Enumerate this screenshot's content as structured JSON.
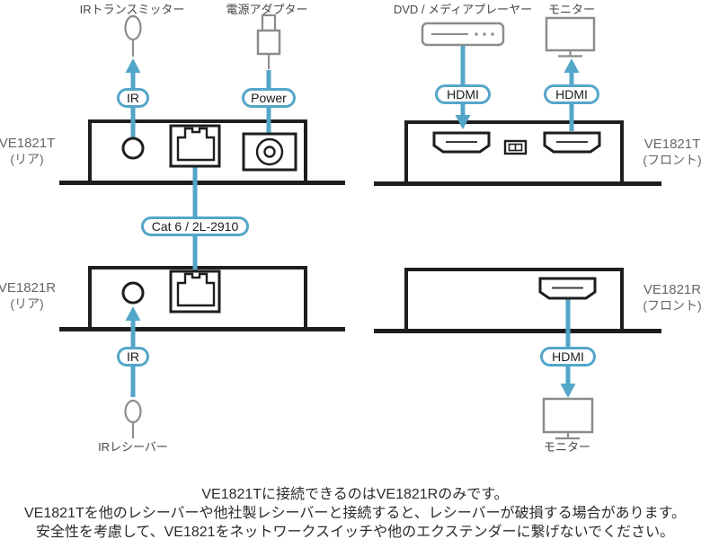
{
  "diagram": {
    "accent_color": "#54a6c9",
    "line_color": "#1e1e1e",
    "icon_color": "#8c8c8c",
    "devices": {
      "t_rear": {
        "name": "VE1821T",
        "view": "(リア)"
      },
      "t_front": {
        "name": "VE1821T",
        "view": "(フロント)"
      },
      "r_rear": {
        "name": "VE1821R",
        "view": "(リア)"
      },
      "r_front": {
        "name": "VE1821R",
        "view": "(フロント)"
      }
    },
    "peripherals": {
      "ir_transmitter": "IRトランスミッター",
      "power_adapter": "電源アダプター",
      "dvd_player": "DVD / メディアプレーヤー",
      "monitor_top": "モニター",
      "ir_receiver": "IRレシーバー",
      "monitor_bottom": "モニター"
    },
    "connectors": {
      "ir_top": "IR",
      "power": "Power",
      "hdmi_source": "HDMI",
      "hdmi_monitor_top": "HDMI",
      "cat6_cable": "Cat 6 / 2L-2910",
      "ir_bottom": "IR",
      "hdmi_bottom": "HDMI"
    },
    "notes": [
      "VE1821Tに接続できるのはVE1821Rのみです。",
      "VE1821Tを他のレシーバーや他社製レシーバーと接続すると、レシーバーが破損する場合があります。",
      "安全性を考慮して、VE1821をネットワークスイッチや他のエクステンダーに繋げないでください。"
    ]
  }
}
